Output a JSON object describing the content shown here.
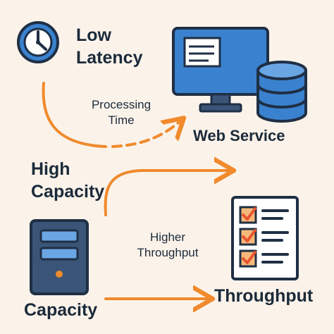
{
  "labels": {
    "low_latency_line1": "Low",
    "low_latency_line2": "Latency",
    "processing_time_line1": "Processing",
    "processing_time_line2": "Time",
    "web_service": "Web Service",
    "high_capacity_line1": "High",
    "high_capacity_line2": "Capacity",
    "higher_throughput_line1": "Higher",
    "higher_throughput_line2": "Throughput",
    "capacity": "Capacity",
    "throughput": "Throughput"
  },
  "icons": {
    "clock": "clock-icon",
    "monitor": "monitor-icon",
    "database": "database-icon",
    "server": "server-icon",
    "checklist": "checklist-icon"
  },
  "colors": {
    "background": "#fbf3ea",
    "arrow": "#f08a2c",
    "blue": "#3a82cf",
    "dark_outline": "#1f2f45",
    "server_body": "#3a5577",
    "check": "#e8542f"
  }
}
